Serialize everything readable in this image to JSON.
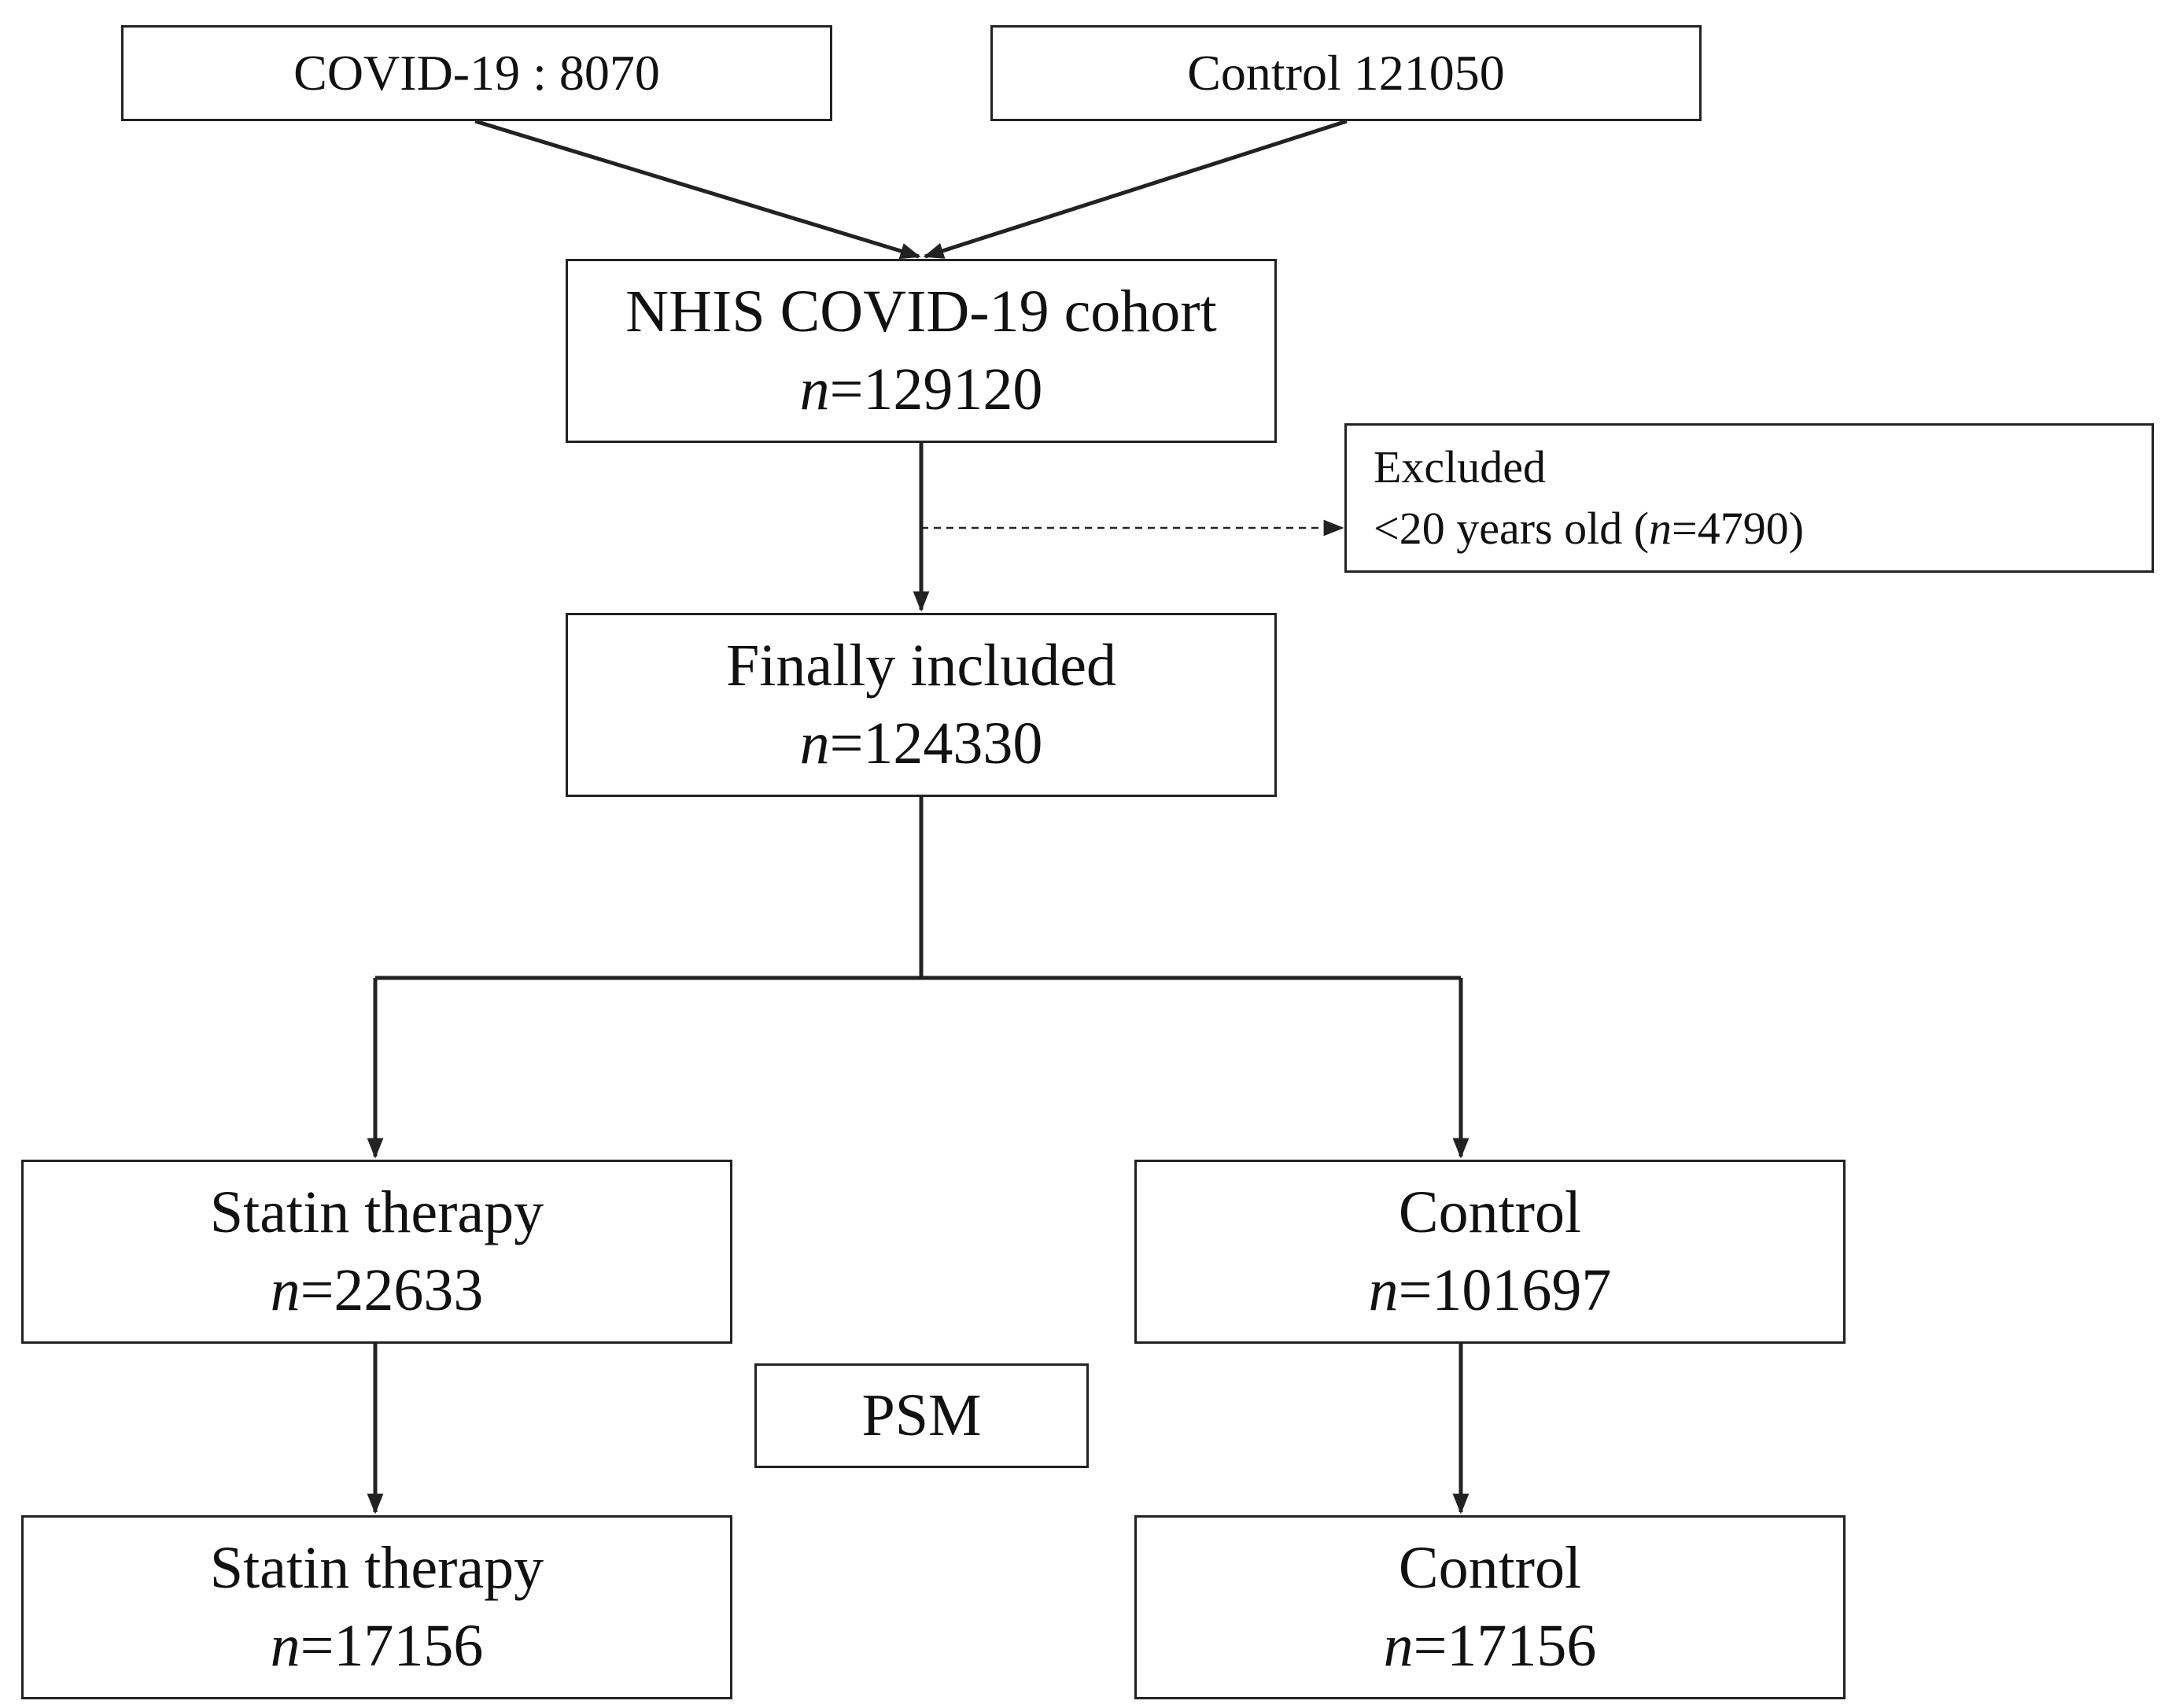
{
  "diagram": {
    "type": "flowchart",
    "nodes": {
      "covid19": {
        "line1": "COVID-19 : 8070"
      },
      "control_source": {
        "line1": "Control 121050"
      },
      "cohort": {
        "title": "NHIS COVID-19 cohort",
        "n_prefix": "n",
        "n_value": "=129120"
      },
      "excluded": {
        "title": "Excluded",
        "criterion": "<20 years old (",
        "n_prefix": "n",
        "n_value": "=4790)"
      },
      "finally_included": {
        "title": "Finally included",
        "n_prefix": "n",
        "n_value": "=124330"
      },
      "statin_before": {
        "title": "Statin therapy",
        "n_prefix": "n",
        "n_value": "=22633"
      },
      "control_before": {
        "title": "Control",
        "n_prefix": "n",
        "n_value": "=101697"
      },
      "psm": {
        "label": "PSM"
      },
      "statin_after": {
        "title": "Statin therapy",
        "n_prefix": "n",
        "n_value": "=17156"
      },
      "control_after": {
        "title": "Control",
        "n_prefix": "n",
        "n_value": "=17156"
      }
    },
    "edges": [
      {
        "from": "covid19",
        "to": "cohort",
        "style": "solid"
      },
      {
        "from": "control_source",
        "to": "cohort",
        "style": "solid"
      },
      {
        "from": "cohort",
        "to": "finally_included",
        "style": "solid"
      },
      {
        "from": "cohort",
        "to": "excluded",
        "style": "dashed"
      },
      {
        "from": "finally_included",
        "to": "statin_before",
        "style": "solid"
      },
      {
        "from": "finally_included",
        "to": "control_before",
        "style": "solid"
      },
      {
        "from": "statin_before",
        "to": "statin_after",
        "style": "solid"
      },
      {
        "from": "control_before",
        "to": "control_after",
        "style": "solid"
      }
    ],
    "colors": {
      "line": "#222222",
      "text": "#111111",
      "background": "#ffffff"
    }
  }
}
